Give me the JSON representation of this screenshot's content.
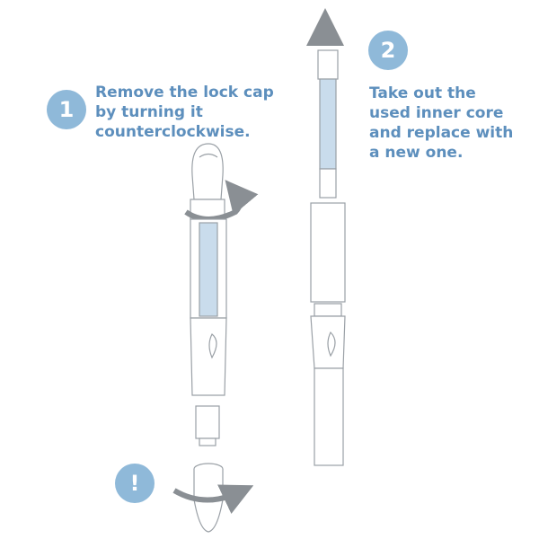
{
  "steps": [
    {
      "number": "1",
      "text": "Remove the lock cap\nby turning it\ncounterclockwise."
    },
    {
      "number": "2",
      "text": "Take out the\nused inner core\nand replace with\na new one."
    }
  ],
  "warning": {
    "symbol": "!"
  },
  "colors": {
    "accent": "#8fb9d9",
    "text": "#5d8fbd",
    "core": "#c9dcec",
    "arrow": "#8a8f94",
    "outline": "#9aa0a6"
  }
}
